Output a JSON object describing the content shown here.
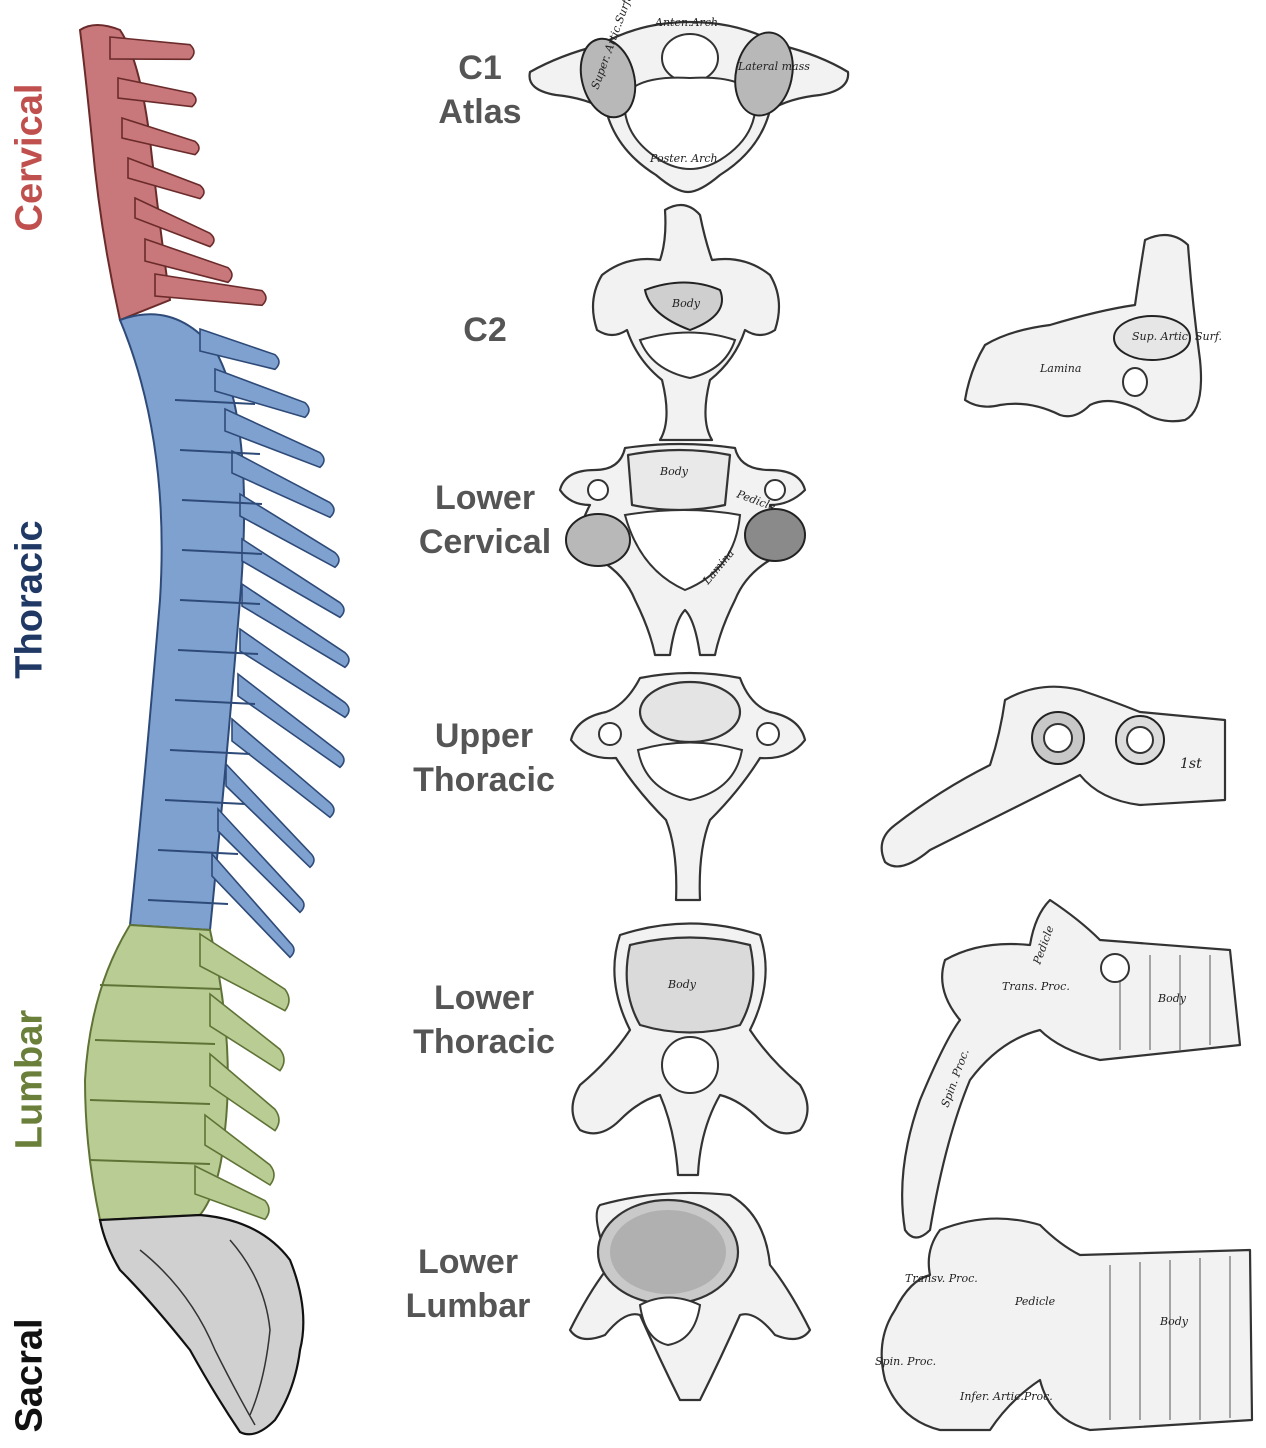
{
  "regions": [
    {
      "label": "Cervical",
      "color": "#c0504d"
    },
    {
      "label": "Thoracic",
      "color": "#1f3864"
    },
    {
      "label": "Lumbar",
      "color": "#6a7f3a"
    },
    {
      "label": "Sacral",
      "color": "#111111"
    }
  ],
  "region_fills": {
    "cervical": "#c8787a",
    "thoracic": "#7fa1cf",
    "lumbar": "#b9cc94",
    "sacral": "#d0d0d0"
  },
  "rows": [
    {
      "line1": "C1",
      "line2": "Atlas"
    },
    {
      "line1": "C2",
      "line2": ""
    },
    {
      "line1": "Lower",
      "line2": "Cervical"
    },
    {
      "line1": "Upper",
      "line2": "Thoracic"
    },
    {
      "line1": "Lower",
      "line2": "Thoracic"
    },
    {
      "line1": "Lower",
      "line2": "Lumbar"
    }
  ],
  "annotations": {
    "c1_anter_arch": "Anten.Arch",
    "c1_super_artic": "Super. Artic.Surface",
    "c1_lateral_mass": "Lateral mass",
    "c1_poster_arch": "Poster. Arch",
    "c2_body": "Body",
    "c2_side_sup_artic": "Sup. Artic. Surf.",
    "c2_side_lamina": "Lamina",
    "lc_body": "Body",
    "lc_pedicle": "Pedicle",
    "lc_lamina": "Lamina",
    "ut_side_first": "1st",
    "lt_body": "Body",
    "lt_side_trans": "Trans. Proc.",
    "lt_side_pedicle": "Pedicle",
    "lt_side_body": "Body",
    "lt_side_spin": "Spin. Proc.",
    "ll_side_transv": "Transv. Proc.",
    "ll_side_pedicle": "Pedicle",
    "ll_side_body": "Body",
    "ll_side_spin": "Spin. Proc.",
    "ll_side_infer": "Infer. Artic.Proc."
  }
}
